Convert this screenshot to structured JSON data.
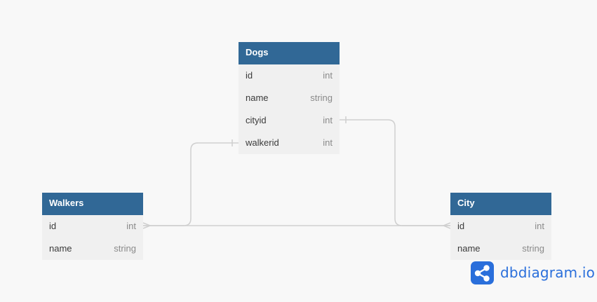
{
  "brand": {
    "name": "dbdiagram.io",
    "color": "#2a6fdb"
  },
  "colors": {
    "header": "#316896",
    "row_bg": "#f0f0f0",
    "connector": "#cfcfcf",
    "background": "#f8f8f8"
  },
  "tables": {
    "dogs": {
      "title": "Dogs",
      "fields": [
        {
          "name": "id",
          "type": "int"
        },
        {
          "name": "name",
          "type": "string"
        },
        {
          "name": "cityid",
          "type": "int"
        },
        {
          "name": "walkerid",
          "type": "int"
        }
      ]
    },
    "walkers": {
      "title": "Walkers",
      "fields": [
        {
          "name": "id",
          "type": "int"
        },
        {
          "name": "name",
          "type": "string"
        }
      ]
    },
    "city": {
      "title": "City",
      "fields": [
        {
          "name": "id",
          "type": "int"
        },
        {
          "name": "name",
          "type": "string"
        }
      ]
    }
  },
  "relationships": [
    {
      "from": "dogs.walkerid",
      "from_cardinality": "one",
      "to": "walkers.id",
      "to_cardinality": "many"
    },
    {
      "from": "dogs.cityid",
      "from_cardinality": "one",
      "to": "city.id",
      "to_cardinality": "many"
    }
  ]
}
